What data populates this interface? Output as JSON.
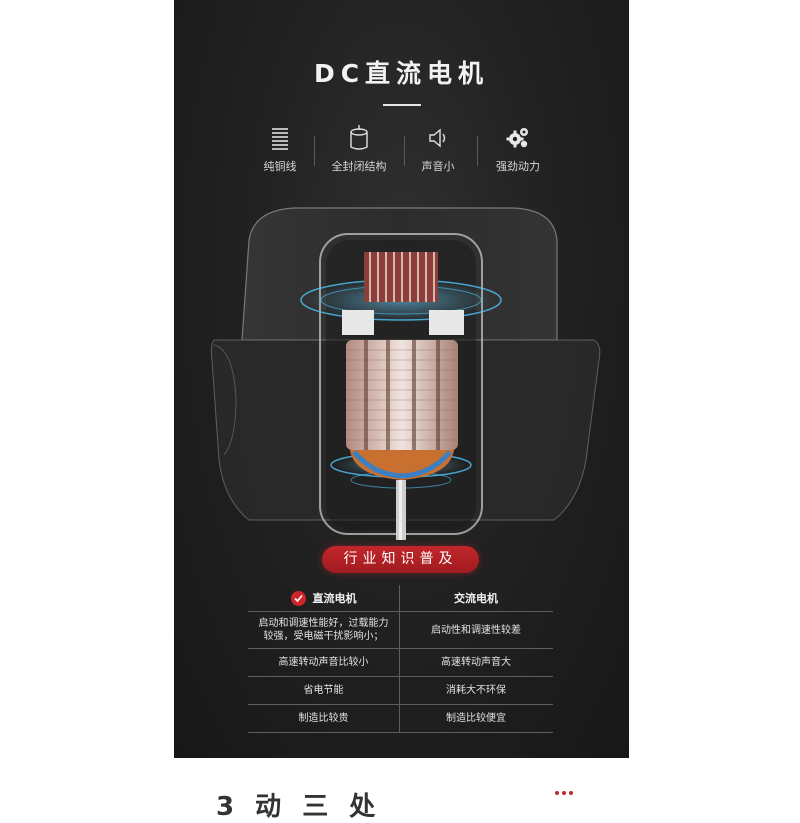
{
  "title": "DC直流电机",
  "features": [
    {
      "icon": "copper-coil-icon",
      "label": "纯铜线"
    },
    {
      "icon": "sealed-cylinder-icon",
      "label": "全封闭结构"
    },
    {
      "icon": "speaker-icon",
      "label": "声音小"
    },
    {
      "icon": "gears-icon",
      "label": "强劲动力"
    }
  ],
  "badge": "行业知识普及",
  "comparison": {
    "dc_header": "直流电机",
    "ac_header": "交流电机",
    "rows": [
      {
        "dc": "启动和调速性能好，过载能力较强，受电磁干扰影响小；",
        "ac": "启动性和调速性较差"
      },
      {
        "dc": "高速转动声音比较小",
        "ac": "高速转动声音大"
      },
      {
        "dc": "省电节能",
        "ac": "消耗大不环保"
      },
      {
        "dc": "制造比较贵",
        "ac": "制造比较便宜"
      }
    ]
  },
  "bottom_text": "3 动 三 处",
  "colors": {
    "accent": "#c2262a",
    "panel": "#222222",
    "glow": "#4fc3f7"
  }
}
